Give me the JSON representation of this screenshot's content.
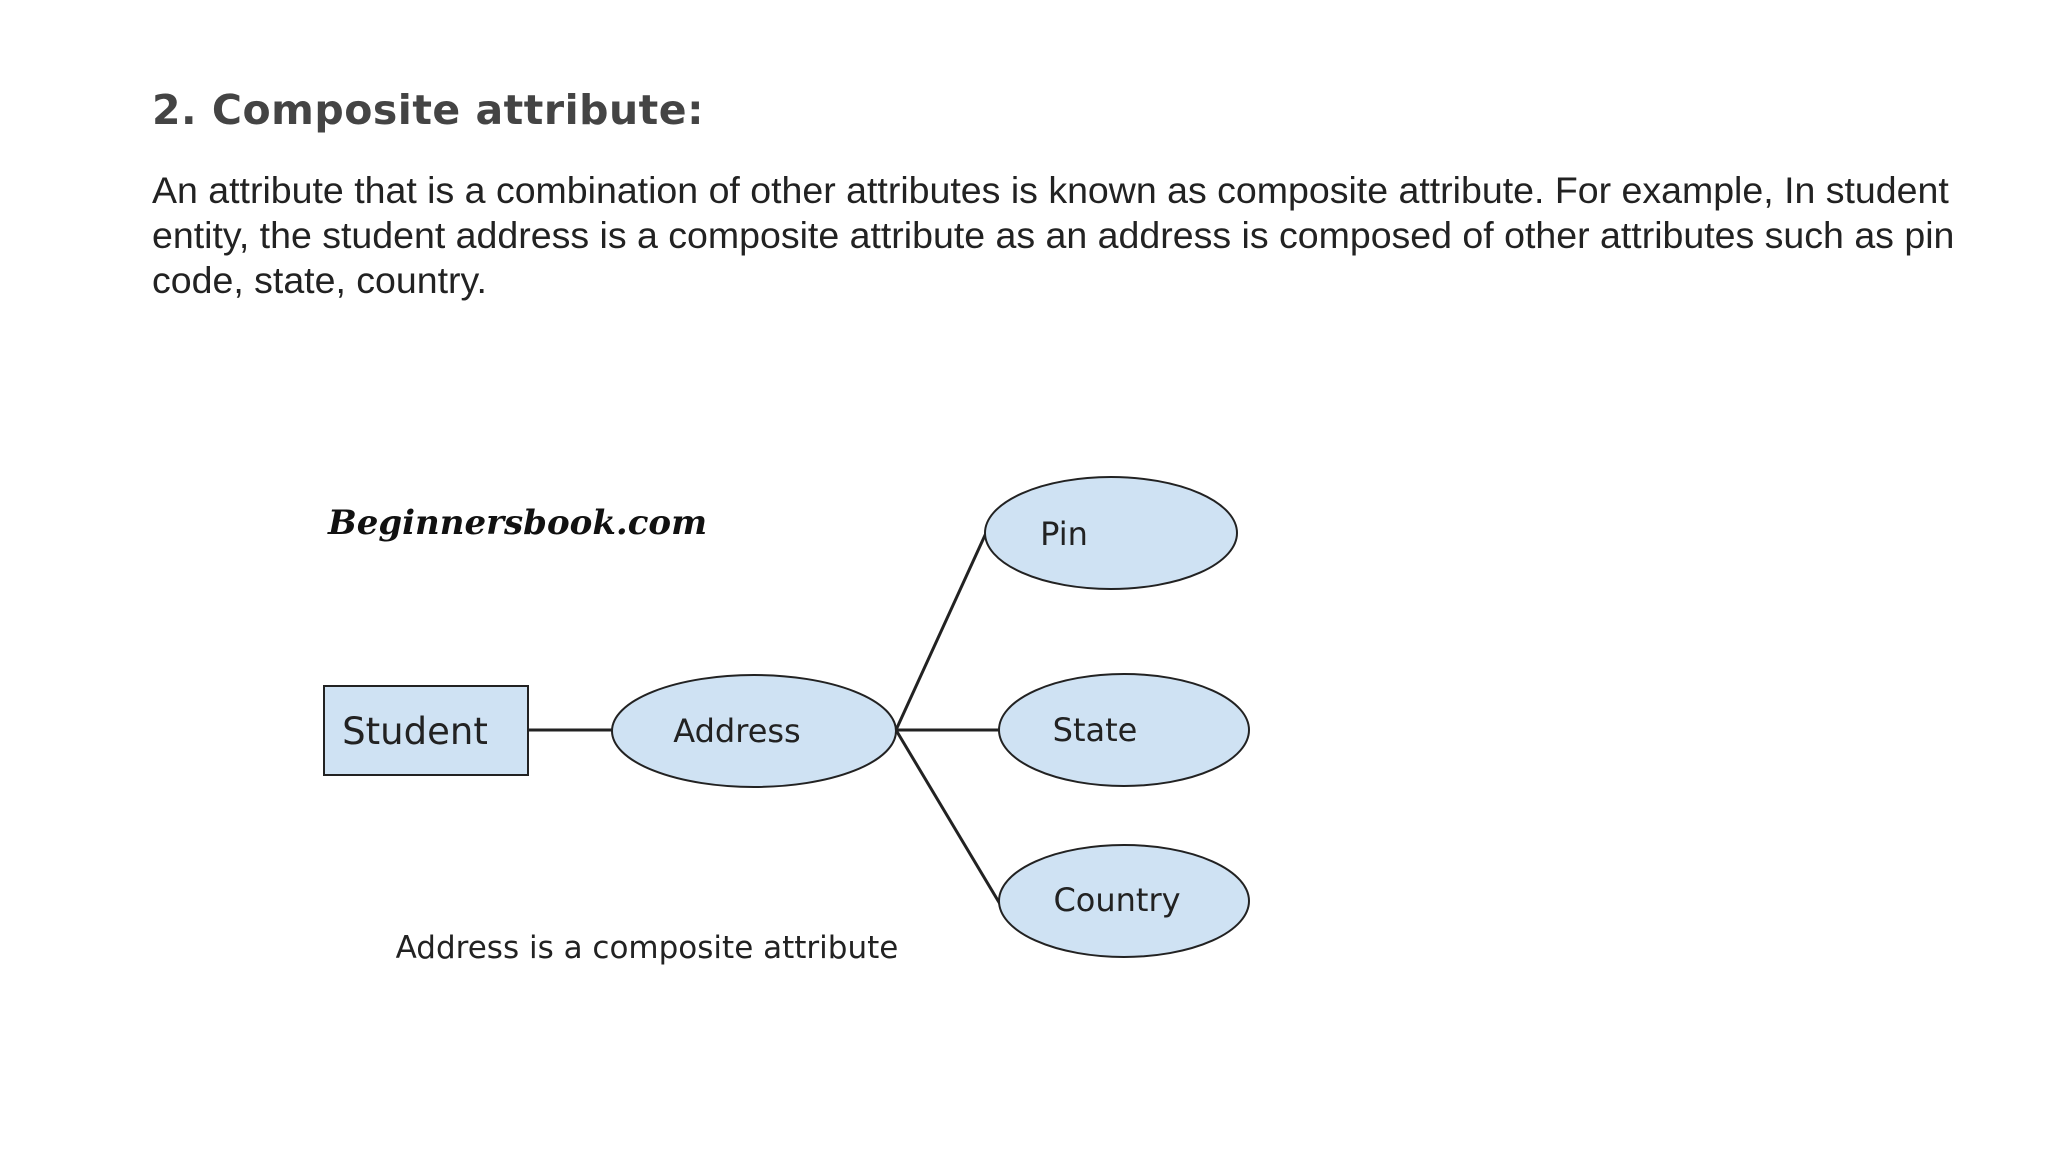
{
  "heading": "2. Composite attribute:",
  "body": "An attribute that is a combination of other attributes is known as composite attribute. For example, In student entity, the student address is a composite attribute as an address is composed of other attributes such as pin code, state, country.",
  "diagram": {
    "watermark": "Beginnersbook.com",
    "entity": "Student",
    "composite_attribute": "Address",
    "sub_attributes": [
      "Pin",
      "State",
      "Country"
    ],
    "caption": "Address is a composite attribute",
    "colors": {
      "attribute_fill": "#cfe2f3",
      "stroke": "#222222"
    }
  }
}
